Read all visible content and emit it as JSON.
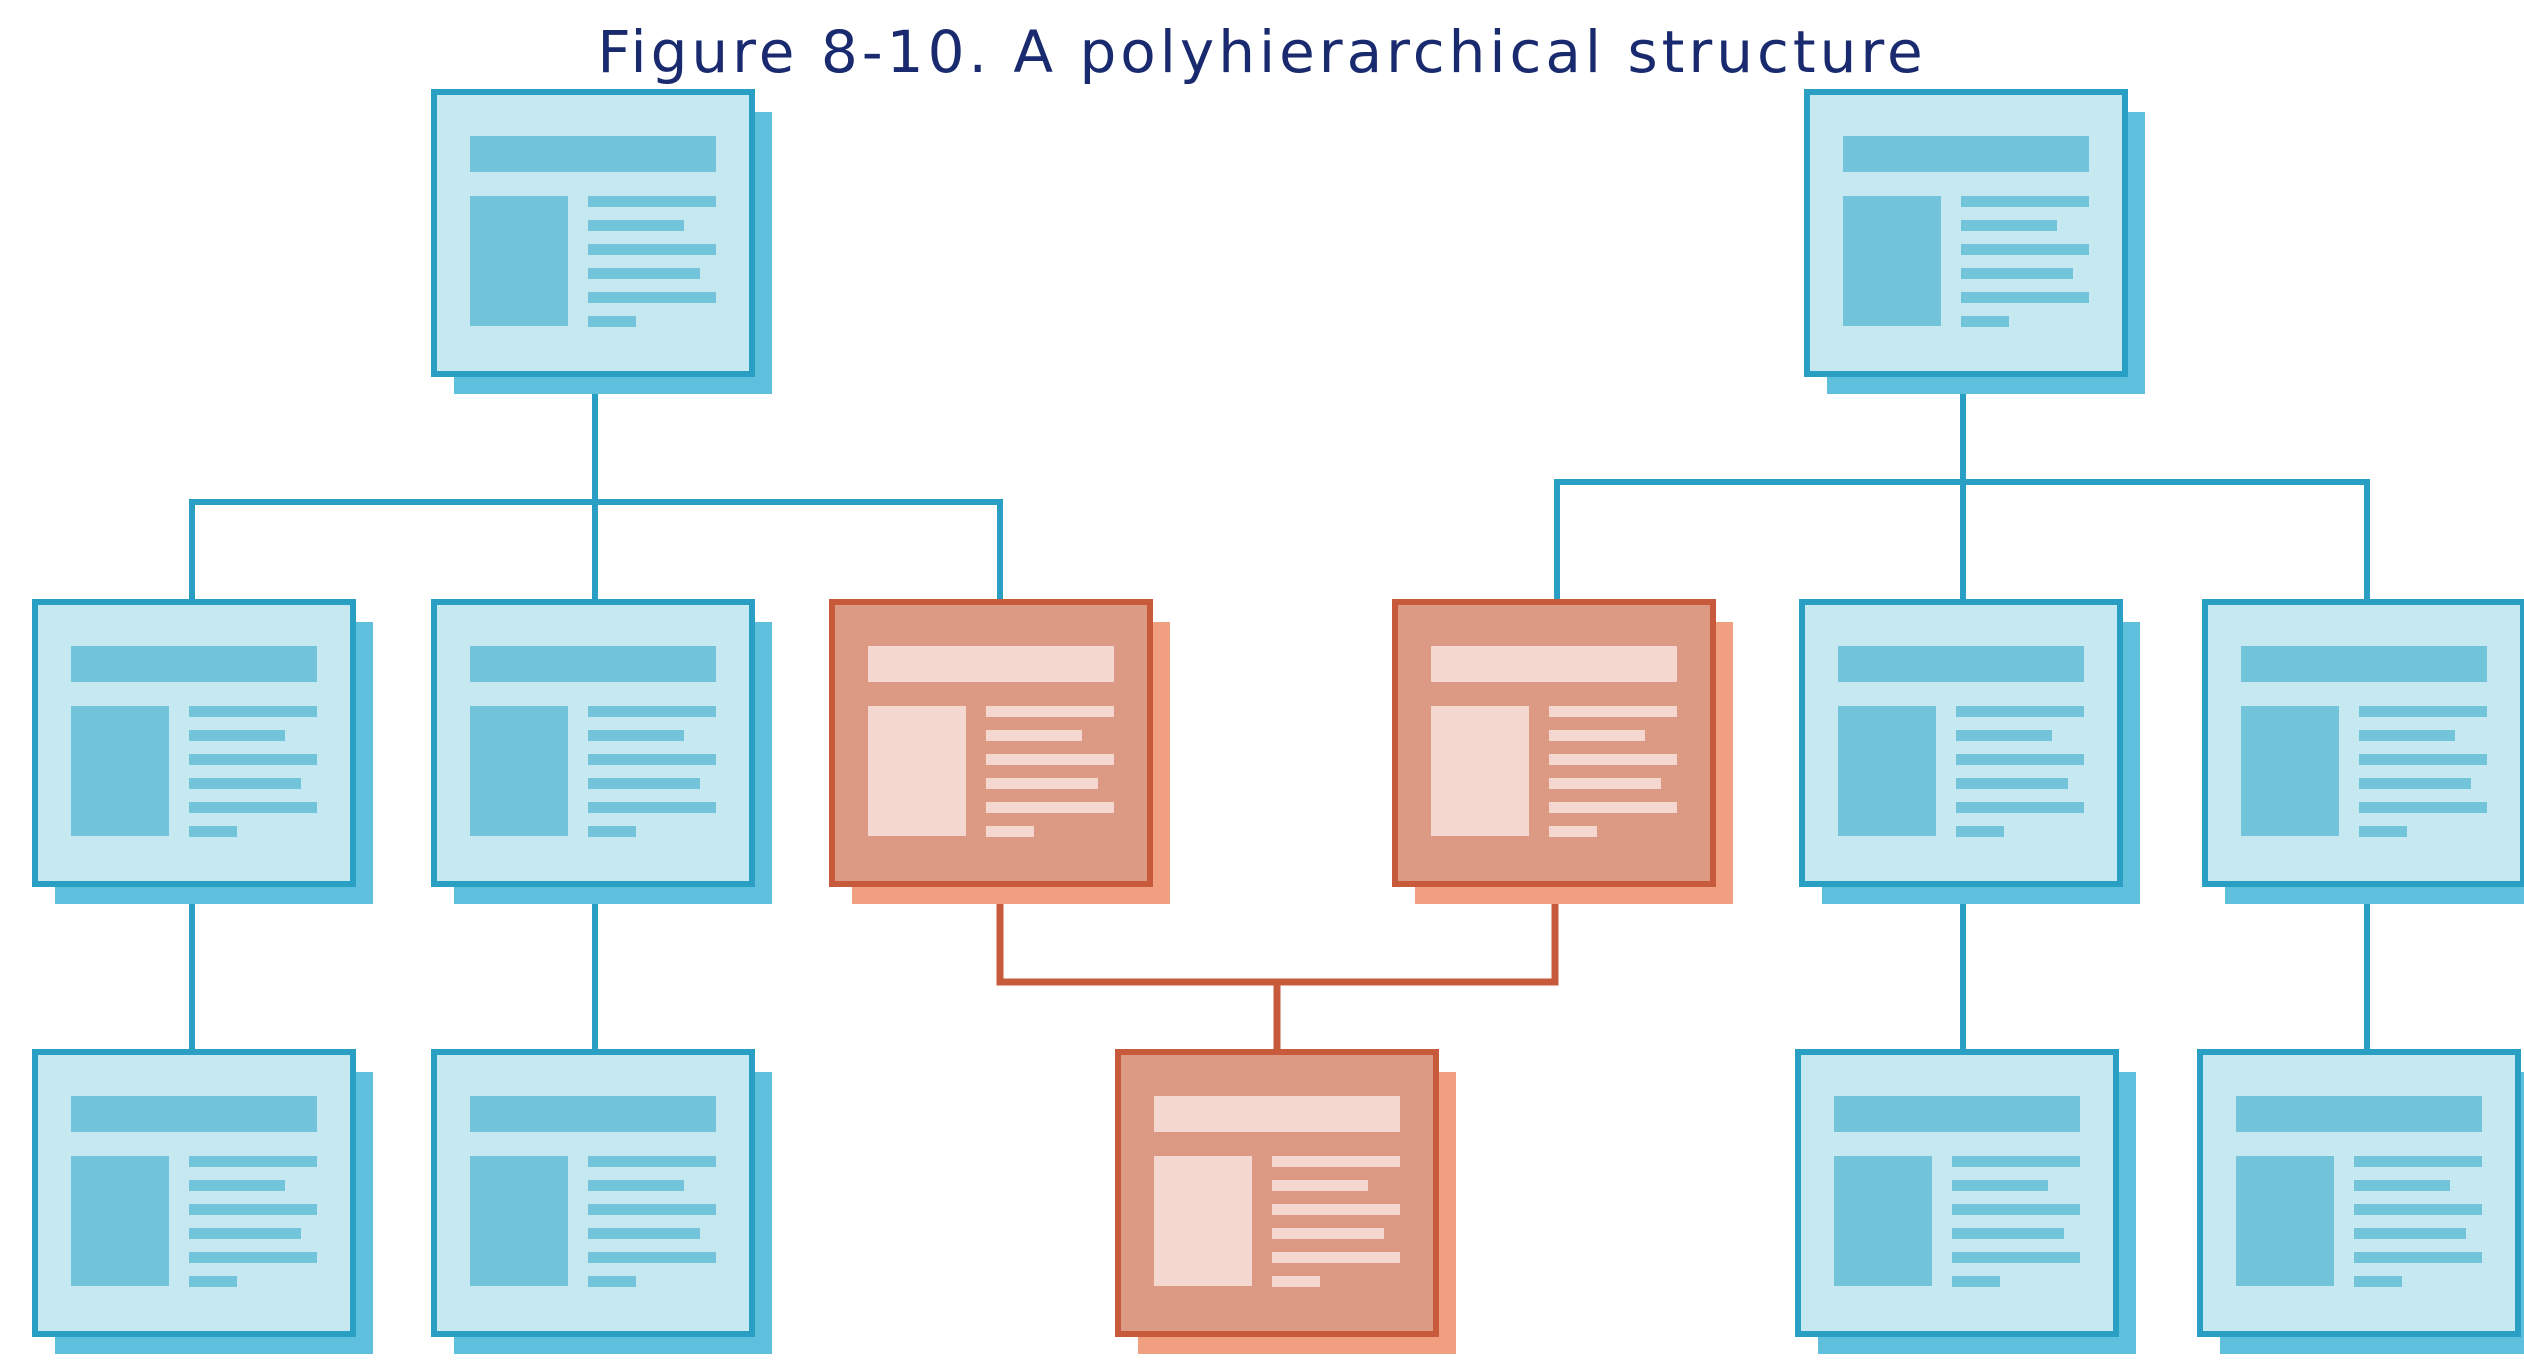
{
  "title": "Figure 8-10. A polyhierarchical structure",
  "colors": {
    "blue_stroke": "#2a9fc4",
    "blue_fill": "#c6e8f0",
    "blue_block": "#72c4db",
    "blue_shadow": "#5fc0de",
    "red_stroke": "#c75a3a",
    "red_fill": "#dc9a85",
    "red_block": "#f4d8d0",
    "red_shadow": "#f0a080"
  },
  "diagram": {
    "nodes": [
      {
        "id": "root-a",
        "kind": "page-icon",
        "color": "blue",
        "level": 0
      },
      {
        "id": "root-b",
        "kind": "page-icon",
        "color": "blue",
        "level": 0
      },
      {
        "id": "a-child-1",
        "kind": "page-icon",
        "color": "blue",
        "level": 1,
        "parents": [
          "root-a"
        ]
      },
      {
        "id": "a-child-2",
        "kind": "page-icon",
        "color": "blue",
        "level": 1,
        "parents": [
          "root-a"
        ]
      },
      {
        "id": "a-child-3",
        "kind": "page-icon",
        "color": "red",
        "level": 1,
        "parents": [
          "root-a"
        ]
      },
      {
        "id": "b-child-1",
        "kind": "page-icon",
        "color": "red",
        "level": 1,
        "parents": [
          "root-b"
        ]
      },
      {
        "id": "b-child-2",
        "kind": "page-icon",
        "color": "blue",
        "level": 1,
        "parents": [
          "root-b"
        ]
      },
      {
        "id": "b-child-3",
        "kind": "page-icon",
        "color": "blue",
        "level": 1,
        "parents": [
          "root-b"
        ]
      },
      {
        "id": "a-grandchild-1",
        "kind": "page-icon",
        "color": "blue",
        "level": 2,
        "parents": [
          "a-child-1"
        ]
      },
      {
        "id": "a-grandchild-2",
        "kind": "page-icon",
        "color": "blue",
        "level": 2,
        "parents": [
          "a-child-2"
        ]
      },
      {
        "id": "shared-grandchild",
        "kind": "page-icon",
        "color": "red",
        "level": 2,
        "parents": [
          "a-child-3",
          "b-child-1"
        ]
      },
      {
        "id": "b-grandchild-2",
        "kind": "page-icon",
        "color": "blue",
        "level": 2,
        "parents": [
          "b-child-2"
        ]
      },
      {
        "id": "b-grandchild-3",
        "kind": "page-icon",
        "color": "blue",
        "level": 2,
        "parents": [
          "b-child-3"
        ]
      }
    ]
  }
}
